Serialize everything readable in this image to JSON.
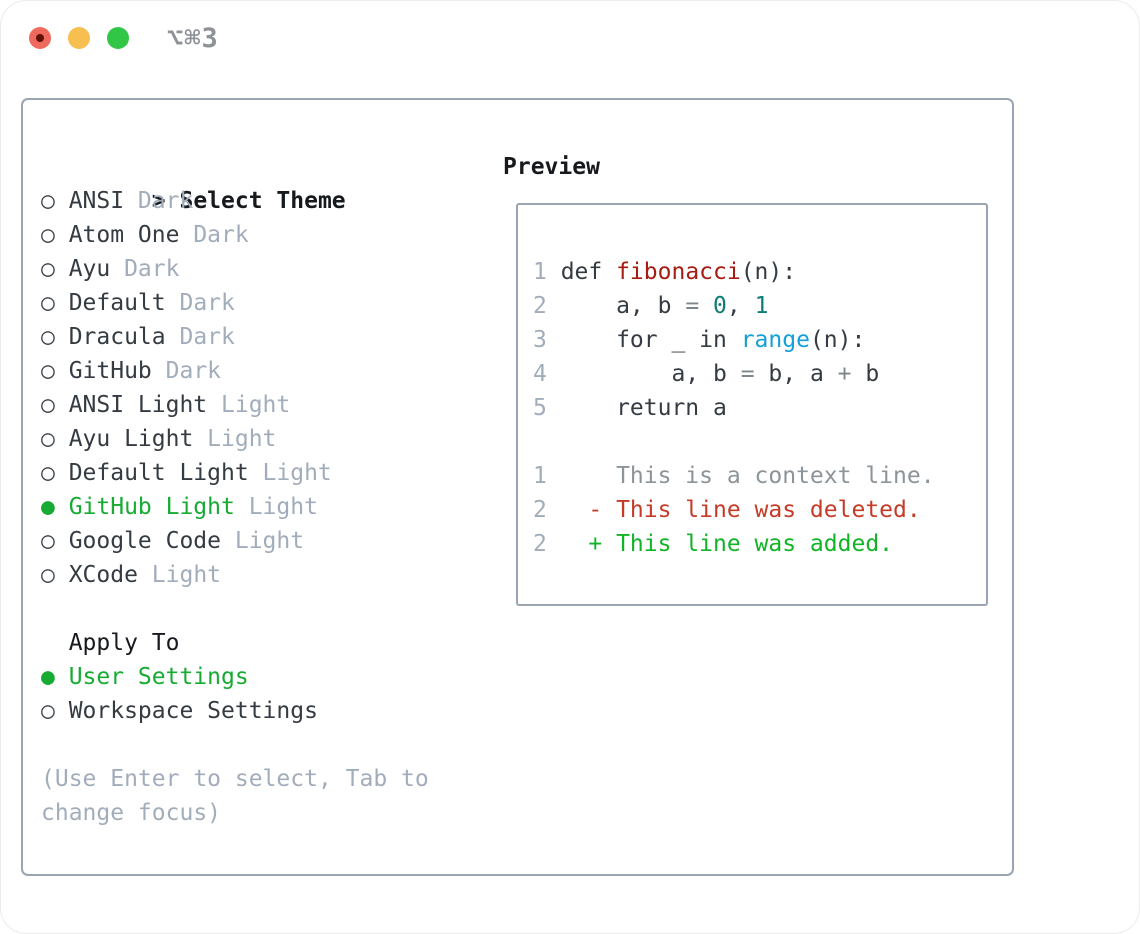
{
  "titlebar": {
    "shortcut": "⌥⌘3"
  },
  "colors": {
    "traffic_red": "#ee6a5e",
    "traffic_red_dot": "#5f1007",
    "traffic_yellow": "#f6bf4f",
    "traffic_green": "#32c646",
    "titlebar_gray": "#8e9296",
    "border_gray": "#9aa5b1",
    "text_black": "#16191d",
    "text_dark": "#343b42",
    "muted": "#a2adbb",
    "context_gray": "#8d9499",
    "operator_gray": "#7d858d",
    "accent_green": "#17ab33",
    "added_green": "#10b426",
    "deleted_red": "#c43b28",
    "func_red": "#a61b12",
    "builtin_blue": "#149fd8",
    "number_teal": "#0c7d74"
  },
  "theme_picker": {
    "prompt": ">",
    "header": "Select Theme",
    "unselected_marker": "○",
    "selected_marker": "●",
    "items": [
      {
        "name": "ANSI",
        "variant": "Dark",
        "selected": false
      },
      {
        "name": "Atom One",
        "variant": "Dark",
        "selected": false
      },
      {
        "name": "Ayu",
        "variant": "Dark",
        "selected": false
      },
      {
        "name": "Default",
        "variant": "Dark",
        "selected": false
      },
      {
        "name": "Dracula",
        "variant": "Dark",
        "selected": false
      },
      {
        "name": "GitHub",
        "variant": "Dark",
        "selected": false
      },
      {
        "name": "ANSI Light",
        "variant": "Light",
        "selected": false
      },
      {
        "name": "Ayu Light",
        "variant": "Light",
        "selected": false
      },
      {
        "name": "Default Light",
        "variant": "Light",
        "selected": false
      },
      {
        "name": "GitHub Light",
        "variant": "Light",
        "selected": true
      },
      {
        "name": "Google Code",
        "variant": "Light",
        "selected": false
      },
      {
        "name": "XCode",
        "variant": "Light",
        "selected": false
      }
    ]
  },
  "apply_to": {
    "header": "Apply To",
    "options": [
      {
        "label": "User Settings",
        "selected": true
      },
      {
        "label": "Workspace Settings",
        "selected": false
      }
    ]
  },
  "hint_lines": [
    "(Use Enter to select, Tab to",
    "change focus)"
  ],
  "preview": {
    "header": "Preview",
    "lines": [
      {
        "num": "1",
        "tokens": [
          {
            "t": "def ",
            "c": "code"
          },
          {
            "t": "fibonacci",
            "c": "func"
          },
          {
            "t": "(n):",
            "c": "code"
          }
        ]
      },
      {
        "num": "2",
        "tokens": [
          {
            "t": "    a, b ",
            "c": "code"
          },
          {
            "t": "= ",
            "c": "op"
          },
          {
            "t": "0",
            "c": "num"
          },
          {
            "t": ", ",
            "c": "code"
          },
          {
            "t": "1",
            "c": "num"
          }
        ]
      },
      {
        "num": "3",
        "tokens": [
          {
            "t": "    for _ in ",
            "c": "code"
          },
          {
            "t": "range",
            "c": "builtin"
          },
          {
            "t": "(n):",
            "c": "code"
          }
        ]
      },
      {
        "num": "4",
        "tokens": [
          {
            "t": "        a, b ",
            "c": "code"
          },
          {
            "t": "= ",
            "c": "op"
          },
          {
            "t": "b, a ",
            "c": "code"
          },
          {
            "t": "+ ",
            "c": "op"
          },
          {
            "t": "b",
            "c": "code"
          }
        ]
      },
      {
        "num": "5",
        "tokens": [
          {
            "t": "    return a",
            "c": "code"
          }
        ]
      },
      {
        "num": "",
        "tokens": []
      },
      {
        "num": "1",
        "tokens": [
          {
            "t": "    This is a context line.",
            "c": "context"
          }
        ]
      },
      {
        "num": "2",
        "tokens": [
          {
            "t": "  - This line was deleted.",
            "c": "del"
          }
        ]
      },
      {
        "num": "2",
        "tokens": [
          {
            "t": "  + This line was added.",
            "c": "add"
          }
        ]
      }
    ]
  }
}
